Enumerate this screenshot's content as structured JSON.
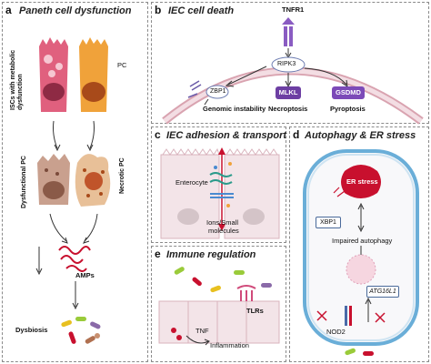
{
  "panels": {
    "a": {
      "letter": "a",
      "title": "Paneth cell  dysfunction",
      "isc_label": "ISCs with metabolic dysfunction",
      "pc_label": "PC",
      "dys_label": "Dysfunctional PC",
      "nec_label": "Necrotic PC",
      "amps_label": "AMPs",
      "dysbiosis_label": "Dysbiosis"
    },
    "b": {
      "letter": "b",
      "title": "IEC cell death",
      "tnfr1": "TNFR1",
      "ripk3": "RIPK3",
      "zbp1": "ZBP1",
      "mlkl": "MLKL",
      "gsdmd": "GSDMD",
      "genomic": "Genomic instability",
      "necroptosis": "Necroptosis",
      "pyroptosis": "Pyroptosis"
    },
    "c": {
      "letter": "c",
      "title": "IEC adhesion & transport",
      "enterocyte": "Enterocyte",
      "ions_line1": "Ions/Small",
      "ions_line2": "molecules"
    },
    "d": {
      "letter": "d",
      "title": "Autophagy & ER stress",
      "er_stress": "ER stress",
      "xbp1": "XBP1",
      "impaired": "Impaired autophagy",
      "atg16l1": "ATG16L1",
      "nod2": "NOD2"
    },
    "e": {
      "letter": "e",
      "title": "Immune regulation",
      "tlrs": "TLRs",
      "tnf": "TNF",
      "inflammation": "Inflammation"
    }
  },
  "colors": {
    "mlkl": "#6d3fa3",
    "gsdmd": "#7c4ab8",
    "er_stress": "#c8102e",
    "receptor": "#8a5cc2",
    "pc_pink": "#e0607e",
    "pc_orange": "#f0a23a",
    "membrane": "#d9a3b0"
  }
}
